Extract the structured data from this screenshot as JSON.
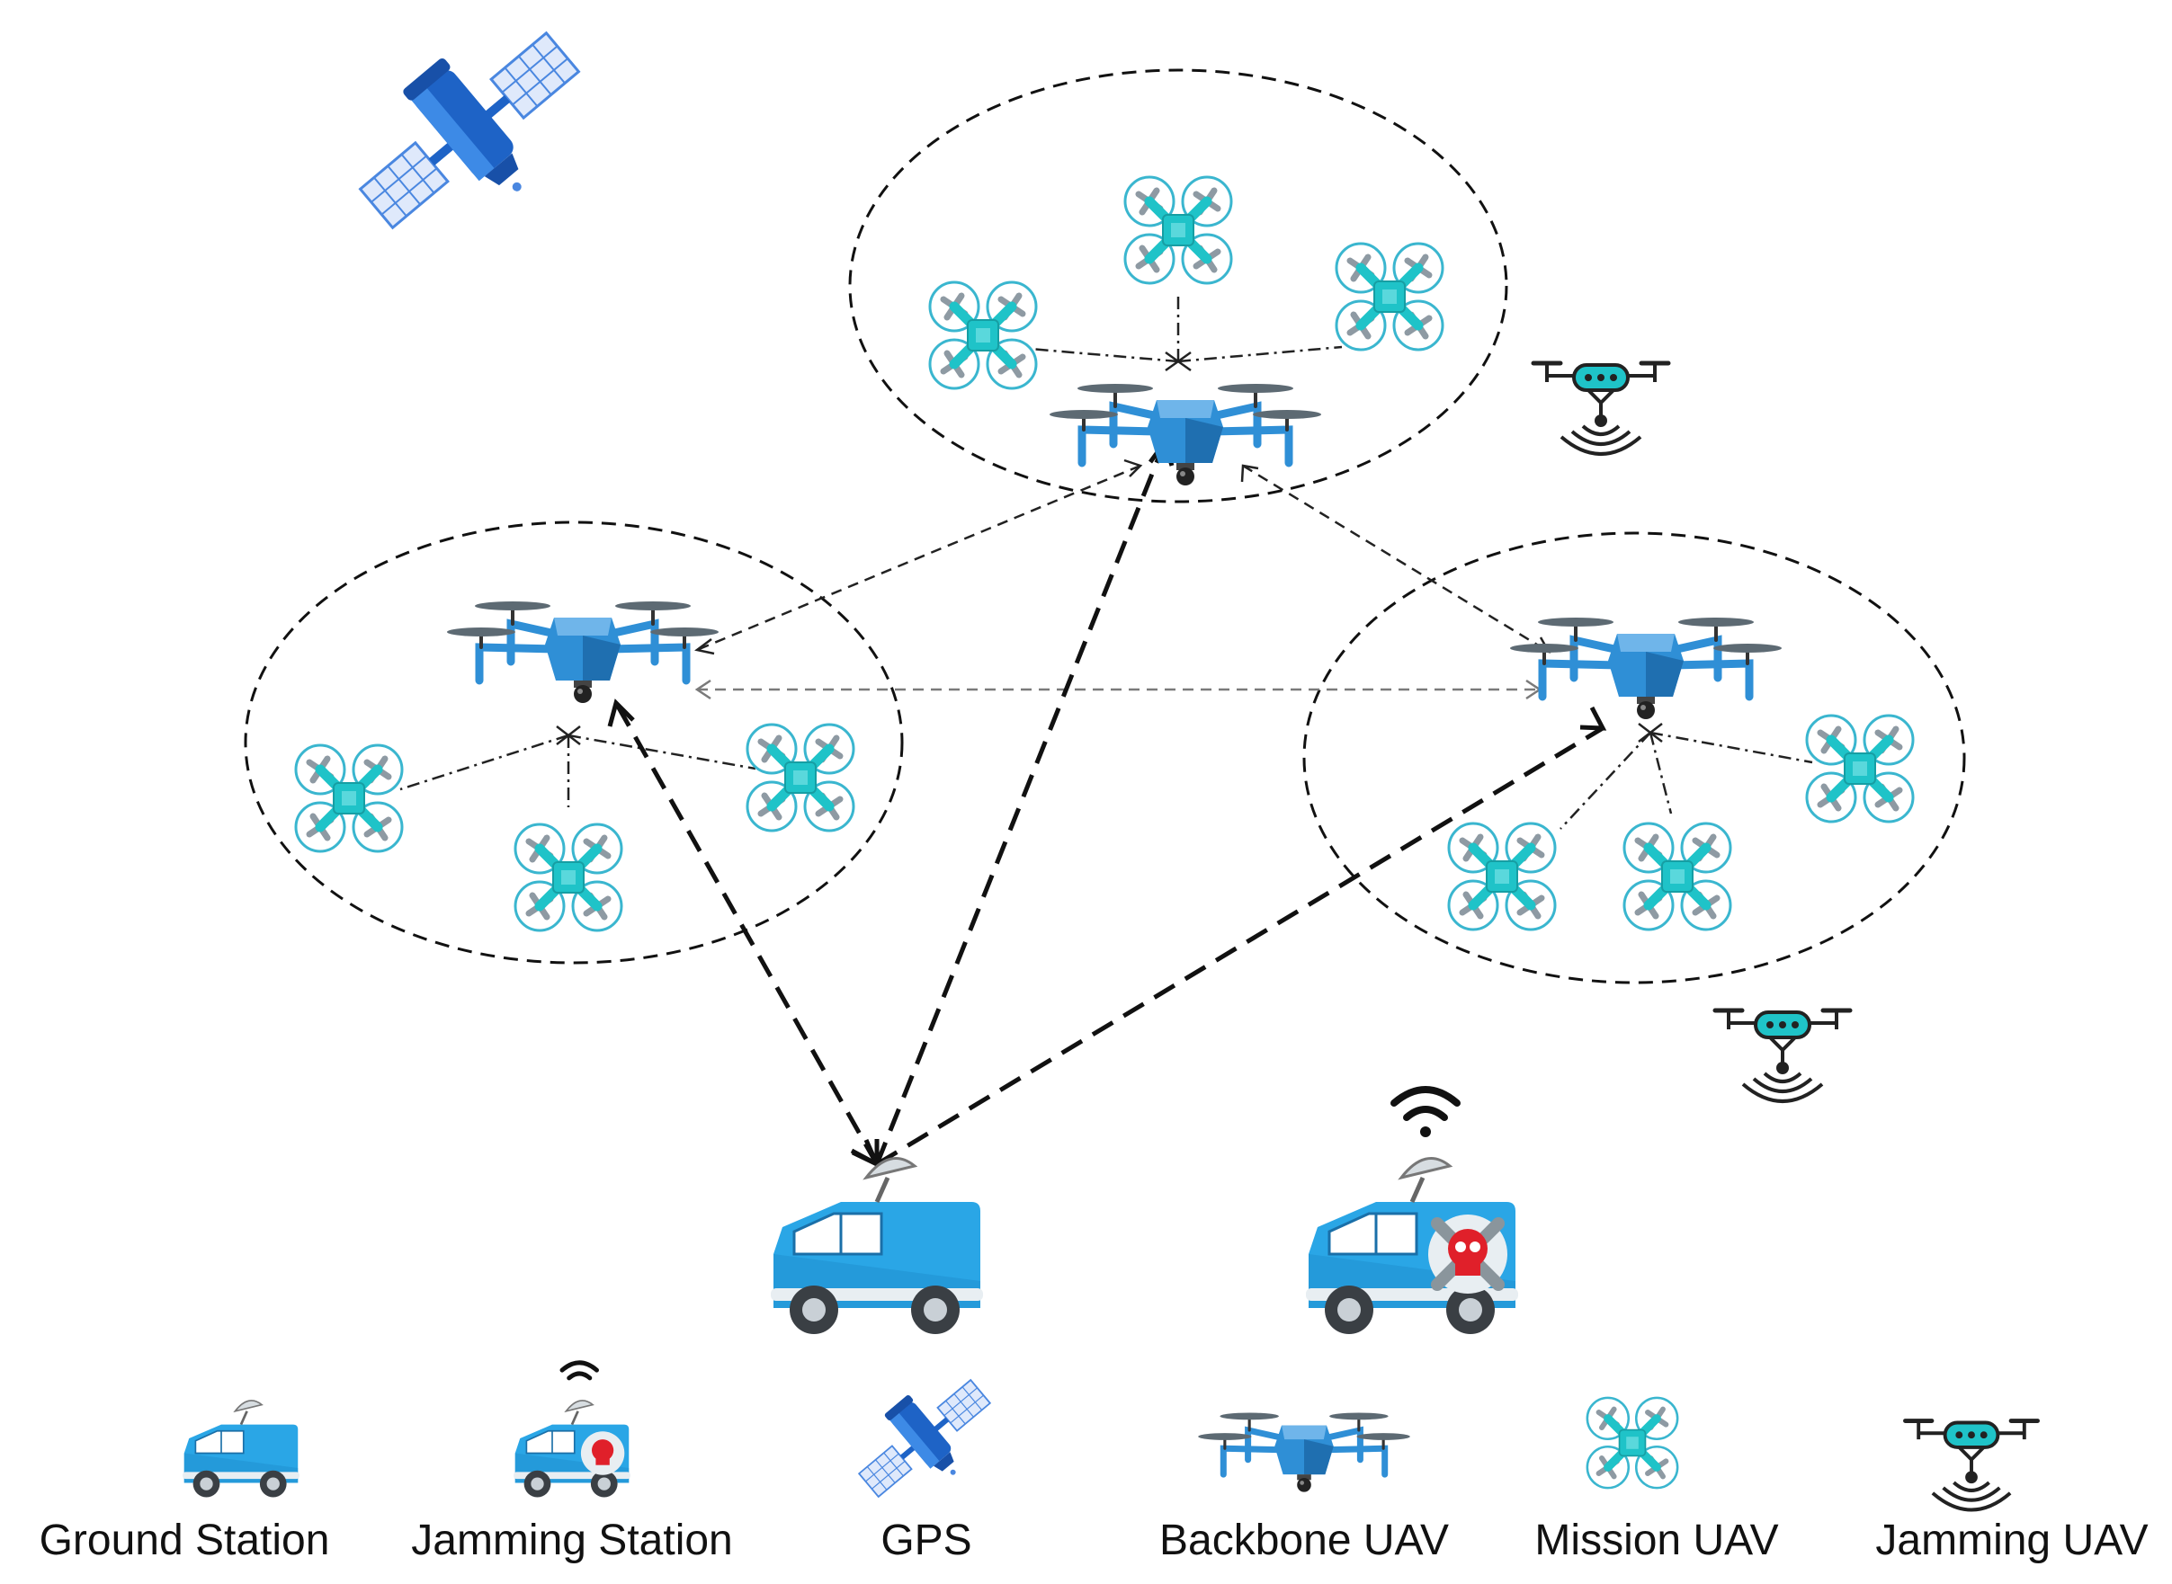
{
  "diagram": {
    "legend": [
      {
        "key": "ground_station",
        "label": "Ground Station"
      },
      {
        "key": "jamming_station",
        "label": "Jamming Station"
      },
      {
        "key": "gps",
        "label": "GPS"
      },
      {
        "key": "backbone_uav",
        "label": "Backbone UAV"
      },
      {
        "key": "mission_uav",
        "label": "Mission UAV"
      },
      {
        "key": "jamming_uav",
        "label": "Jamming UAV"
      }
    ],
    "colors": {
      "backbone": "#2f8fd6",
      "backbone_dark": "#1f6fb0",
      "mission": "#1fc3c8",
      "mission_ring": "#3ab6cf",
      "van": "#2aa6e6",
      "satellite_body": "#1e63c6",
      "jammer_skull": "#e0202a",
      "line": "#111111",
      "grey_line": "#7a7a7a"
    },
    "icons": [
      "satellite-icon",
      "backbone-uav-icon",
      "mission-uav-icon",
      "jamming-uav-icon",
      "ground-station-van-icon",
      "jamming-station-van-icon"
    ]
  }
}
